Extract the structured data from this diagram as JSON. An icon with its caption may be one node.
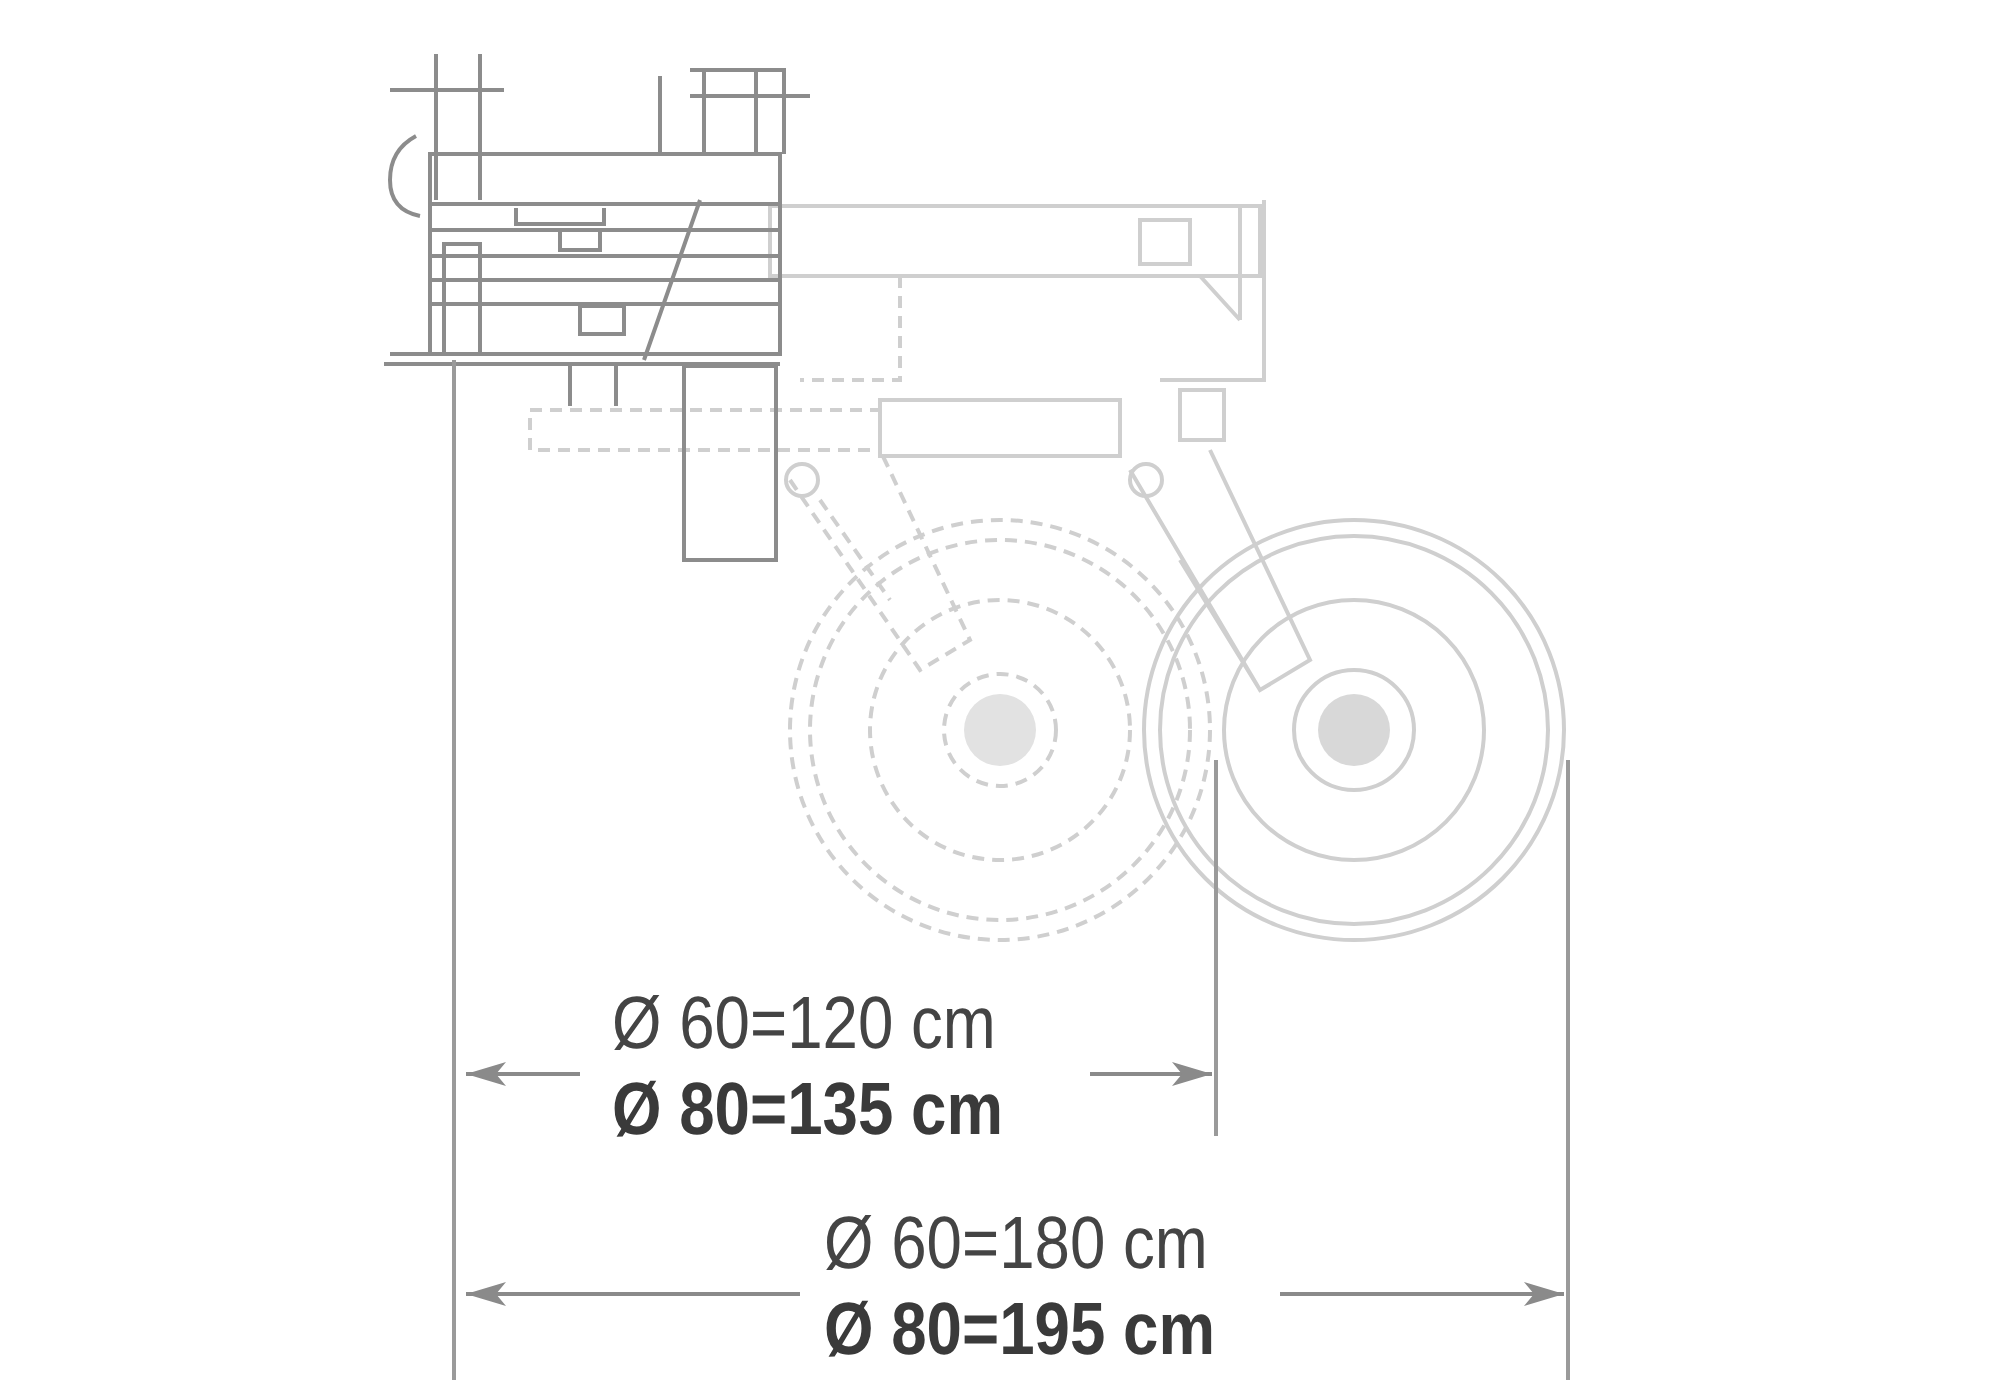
{
  "diagram": {
    "labels": [
      "Ø 60=120 cm",
      "Ø 80=135 cm",
      "Ø 60=180 cm",
      "Ø 80=195 cm"
    ]
  }
}
